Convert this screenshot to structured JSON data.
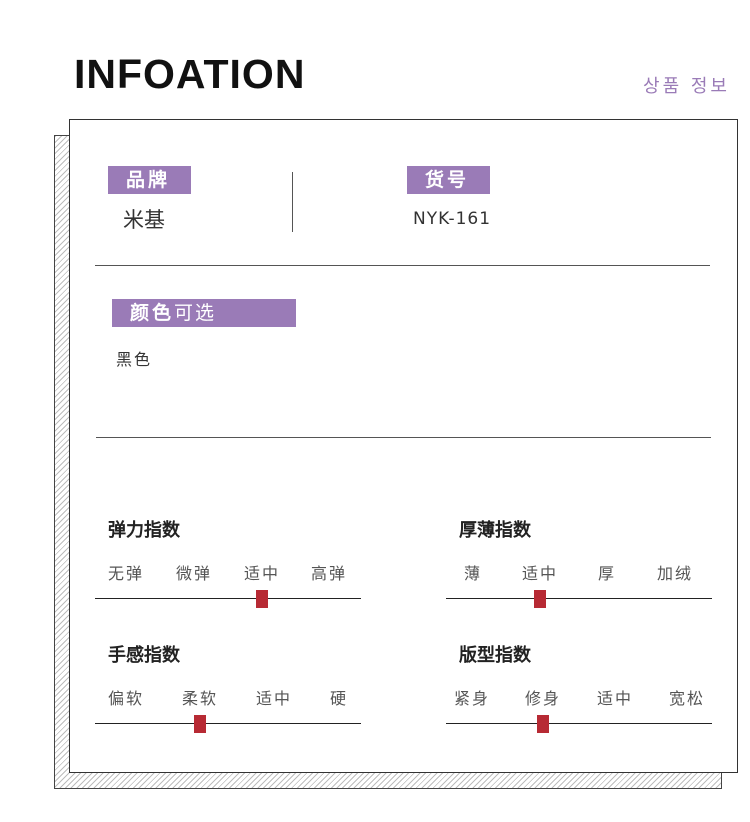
{
  "header": {
    "title": "INFOATION",
    "subtitle": "상품 정보"
  },
  "brand": {
    "tag": "品牌",
    "value": "米基"
  },
  "item_no": {
    "tag": "货号",
    "value": "NYK-161"
  },
  "color": {
    "tag_bold": "颜色",
    "tag_light": "可选",
    "value": "黑色"
  },
  "accent_color": "#9a7bb7",
  "marker_color": "#b72a34",
  "indices": {
    "elasticity": {
      "title": "弹力指数",
      "labels": [
        "无弹",
        "微弹",
        "适中",
        "高弹"
      ],
      "selected_index": 2,
      "selected_label": "适中"
    },
    "thickness": {
      "title": "厚薄指数",
      "labels": [
        "薄",
        "适中",
        "厚",
        "加绒"
      ],
      "selected_index": 1,
      "selected_label": "适中"
    },
    "feel": {
      "title": "手感指数",
      "labels": [
        "偏软",
        "柔软",
        "适中",
        "硬"
      ],
      "selected_index": 1,
      "selected_label": "柔软"
    },
    "fit": {
      "title": "版型指数",
      "labels": [
        "紧身",
        "修身",
        "适中",
        "宽松"
      ],
      "selected_index": 1,
      "selected_label": "修身"
    }
  }
}
